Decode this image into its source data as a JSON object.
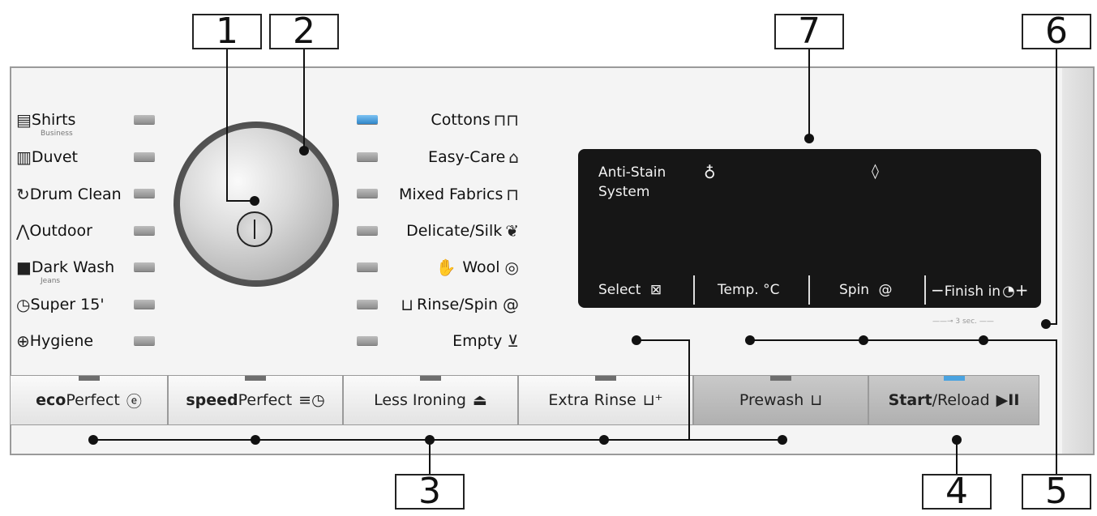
{
  "callouts": [
    "1",
    "2",
    "7",
    "6",
    "3",
    "4",
    "5"
  ],
  "programmes_left": [
    {
      "label": "Shirts",
      "sub": "Business",
      "icon": "shirt-stack-icon",
      "led_on": false
    },
    {
      "label": "Duvet",
      "sub": "",
      "icon": "duvet-icon",
      "led_on": false
    },
    {
      "label": "Drum Clean",
      "sub": "",
      "icon": "drum-clean-icon",
      "led_on": false
    },
    {
      "label": "Outdoor",
      "sub": "",
      "icon": "mountain-icon",
      "led_on": false
    },
    {
      "label": "Dark Wash",
      "sub": "Jeans",
      "icon": "dark-shirt-icon",
      "led_on": false
    },
    {
      "label": "Super 15'",
      "sub": "",
      "icon": "stopwatch-icon",
      "led_on": false
    },
    {
      "label": "Hygiene",
      "sub": "",
      "icon": "hygiene-icon",
      "led_on": false
    }
  ],
  "programmes_right": [
    {
      "label": "Cottons",
      "icon": "cotton-garments-icon",
      "led_on": true
    },
    {
      "label": "Easy-Care",
      "icon": "hanger-icon",
      "led_on": false
    },
    {
      "label": "Mixed Fabrics",
      "icon": "mixed-fabrics-icon",
      "led_on": false
    },
    {
      "label": "Delicate/Silk",
      "icon": "silk-icon",
      "led_on": false
    },
    {
      "label": "Wool",
      "icon": "wool-icon",
      "led_on": false
    },
    {
      "label": "Rinse/Spin",
      "icon": "rinse-spin-icon",
      "led_on": false
    },
    {
      "label": "Empty",
      "icon": "drain-icon",
      "led_on": false
    }
  ],
  "display": {
    "anti_stain": "Anti-Stain",
    "system": "System",
    "select": "Select",
    "temp": "Temp. °C",
    "spin": "Spin",
    "finish": "Finish in",
    "hint": "3 sec."
  },
  "buttons": [
    {
      "bold": "eco",
      "rest": "Perfect",
      "icon": "e",
      "led_on": false
    },
    {
      "bold": "speed",
      "rest": "Perfect",
      "icon": "=⏱",
      "led_on": false
    },
    {
      "bold": "",
      "rest": "Less Ironing",
      "icon": "iron",
      "led_on": false
    },
    {
      "bold": "",
      "rest": "Extra Rinse",
      "icon": "tub+",
      "led_on": false
    },
    {
      "bold": "",
      "rest": "Prewash",
      "icon": "tub1",
      "led_on": false
    },
    {
      "bold": "Start",
      "rest": "/Reload",
      "icon": "▶II",
      "led_on": true
    }
  ],
  "colors": {
    "led_on": "#3a93d6",
    "led_off": "#9a9a9a",
    "display": "#161616"
  }
}
